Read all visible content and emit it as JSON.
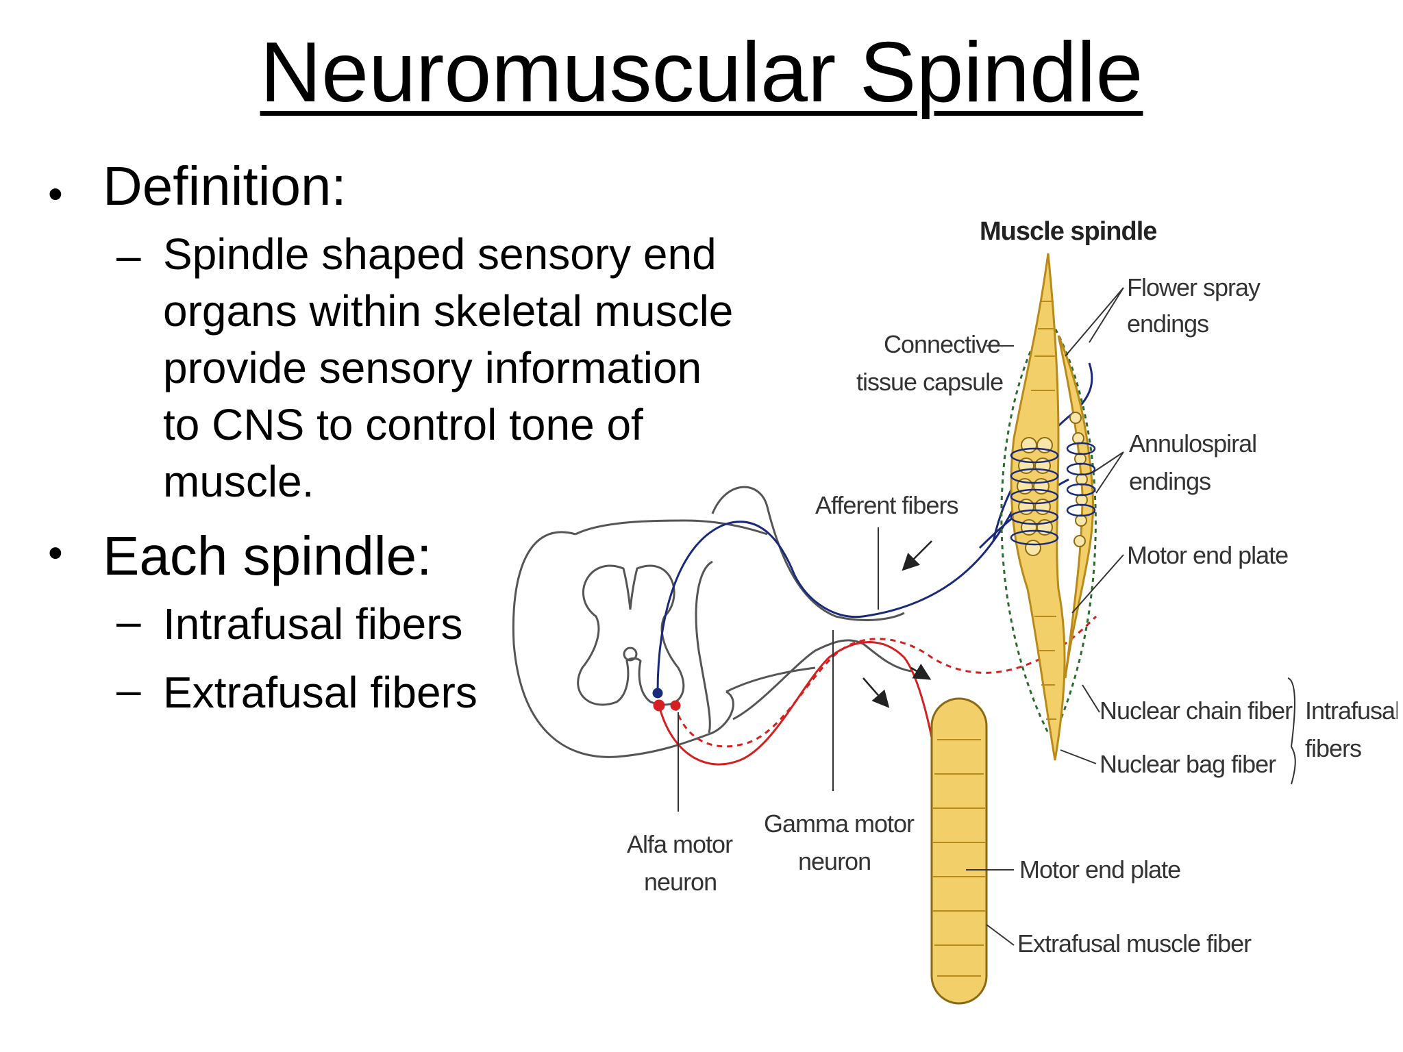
{
  "title": "Neuromuscular Spindle",
  "bullets": [
    {
      "text": "Definition:",
      "sub": [
        "Spindle shaped sensory end organs within skeletal muscle provide sensory information to CNS to control tone of muscle."
      ]
    },
    {
      "text": "Each spindle:",
      "sub": [
        "Intrafusal fibers",
        "Extrafusal fibers"
      ]
    }
  ],
  "bullet_glyph": "•",
  "sub_glyph": "–",
  "definition_lines": [
    "Spindle shaped sensory end",
    "organs within skeletal muscle",
    "provide sensory information",
    "to CNS to control tone of",
    "muscle."
  ],
  "diagram": {
    "heading": "Muscle spindle",
    "labels": {
      "flower_spray_1": "Flower spray",
      "flower_spray_2": "endings",
      "capsule_1": "Connective",
      "capsule_2": "tissue capsule",
      "annulo_1": "Annulospiral",
      "annulo_2": "endings",
      "motor_end_plate_top": "Motor end plate",
      "afferent": "Afferent fibers",
      "nuclear_chain": "Nuclear chain fiber",
      "nuclear_bag": "Nuclear bag fiber",
      "intrafusal_1": "Intrafusal",
      "intrafusal_2": "fibers",
      "gamma_1": "Gamma motor",
      "gamma_2": "neuron",
      "alfa_1": "Alfa motor",
      "alfa_2": "neuron",
      "motor_end_plate_bottom": "Motor end plate",
      "extrafusal": "Extrafusal muscle fiber"
    },
    "colors": {
      "afferent": "#1a2a7a",
      "motor": "#d42020",
      "fiber_fill": "#f3cf6a",
      "fiber_stroke": "#b88a1a",
      "capsule": "#2e6b2e",
      "outline": "#555555"
    }
  }
}
